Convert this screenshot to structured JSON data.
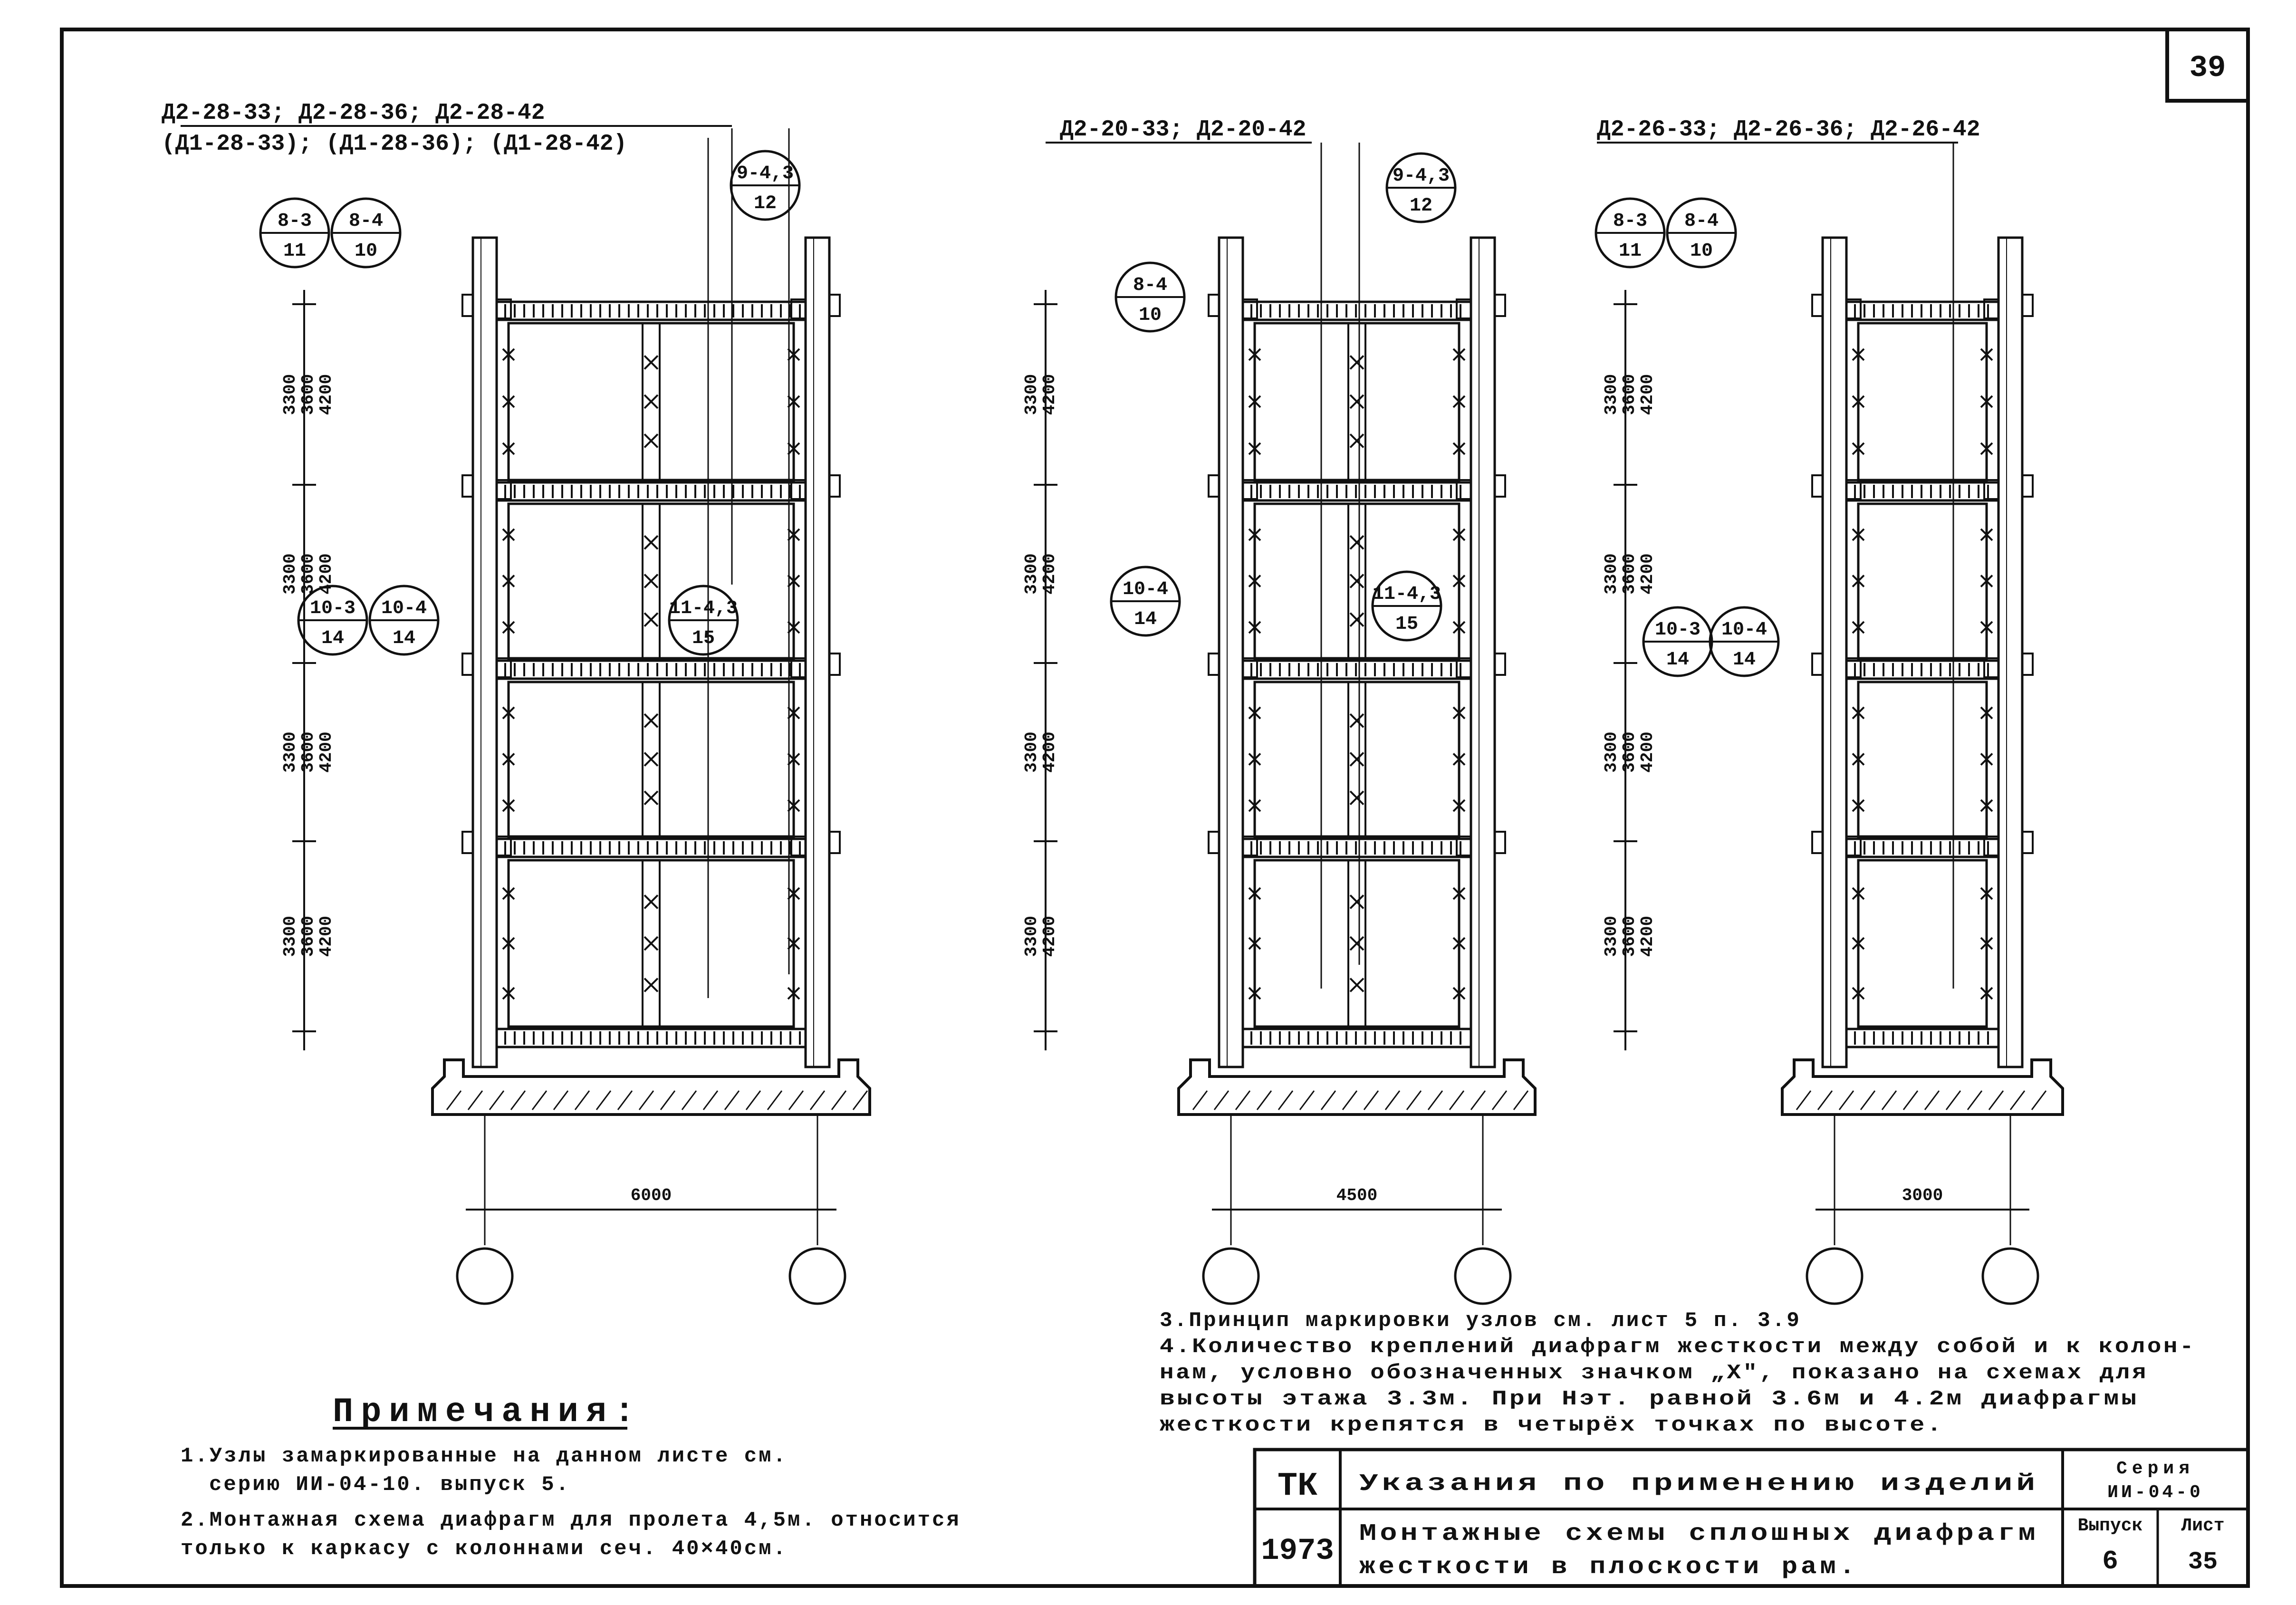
{
  "page_number": "39",
  "frames": [
    {
      "header_lines": [
        "Д2-28-33; Д2-28-36; Д2-28-42",
        "(Д1-28-33); (Д1-28-36); (Д1-28-42)"
      ],
      "span": "6000",
      "storey_heights": [
        [
          "3300",
          "3600",
          "4200"
        ],
        [
          "3300",
          "3600",
          "4200"
        ],
        [
          "3300",
          "3600",
          "4200"
        ],
        [
          "3300",
          "3600",
          "4200"
        ]
      ],
      "node_tags": [
        {
          "top": "8-3",
          "bottom": "11"
        },
        {
          "top": "8-4",
          "bottom": "10"
        },
        {
          "top": "9-4,3",
          "bottom": "12"
        },
        {
          "top": "10-3",
          "bottom": "14"
        },
        {
          "top": "10-4",
          "bottom": "14"
        },
        {
          "top": "11-4,3",
          "bottom": "15"
        }
      ]
    },
    {
      "header_lines": [
        "Д2-20-33; Д2-20-42"
      ],
      "span": "4500",
      "storey_heights": [
        [
          "3300",
          "4200"
        ],
        [
          "3300",
          "4200"
        ],
        [
          "3300",
          "4200"
        ],
        [
          "3300",
          "4200"
        ]
      ],
      "node_tags": [
        {
          "top": "8-4",
          "bottom": "10"
        },
        {
          "top": "9-4,3",
          "bottom": "12"
        },
        {
          "top": "10-4",
          "bottom": "14"
        },
        {
          "top": "11-4,3",
          "bottom": "15"
        }
      ]
    },
    {
      "header_lines": [
        "Д2-26-33; Д2-26-36; Д2-26-42"
      ],
      "span": "3000",
      "storey_heights": [
        [
          "3300",
          "3600",
          "4200"
        ],
        [
          "3300",
          "3600",
          "4200"
        ],
        [
          "3300",
          "3600",
          "4200"
        ],
        [
          "3300",
          "3600",
          "4200"
        ]
      ],
      "node_tags": [
        {
          "top": "8-3",
          "bottom": "11"
        },
        {
          "top": "8-4",
          "bottom": "10"
        },
        {
          "top": "10-3",
          "bottom": "14"
        },
        {
          "top": "10-4",
          "bottom": "14"
        }
      ]
    }
  ],
  "notes_title": "Примечания:",
  "notes_left": [
    "1.Узлы замаркированные на данном листе см.",
    "серию ИИ-04-10. выпуск 5.",
    "2.Монтажная схема диафрагм для пролета 4,5м. относится",
    "только к каркасу с колоннами сеч. 40×40см."
  ],
  "notes_right": [
    "3.Принцип маркировки узлов см. лист 5 п. 3.9",
    "4.Количество креплений диафрагм жесткости между собой и к колон-",
    "нам, условно обозначенных значком „X\", показано на схемах для",
    "высоты этажа 3.3м. При Нэт. равной 3.6м и 4.2м диафрагмы",
    "жесткости крепятся в четырёх точках по высоте."
  ],
  "title_block": {
    "org": "ТК",
    "year": "1973",
    "title_line1": "Указания по применению изделий",
    "title_line2": "Монтажные схемы сплошных диафрагм",
    "title_line3": "жесткости в плоскости рам.",
    "series_label": "Серия",
    "series_value": "ИИ-04-0",
    "issue_label": "Выпуск",
    "issue_value": "6",
    "sheet_label": "Лист",
    "sheet_value": "35"
  }
}
